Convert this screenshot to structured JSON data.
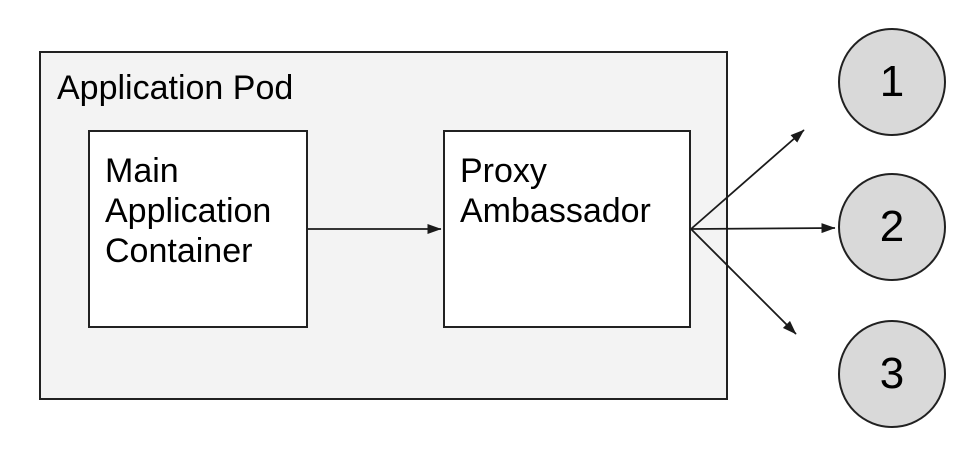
{
  "colors": {
    "canvas-bg": "#ffffff",
    "pod-fill": "#f3f3f3",
    "node-fill": "#ffffff",
    "endpoint-fill": "#d9d9d9",
    "stroke": "#212121",
    "arrow": "#1a1a1a",
    "text": "#000000"
  },
  "diagram": {
    "pod": {
      "label": "Application Pod"
    },
    "nodes": [
      {
        "id": "main-application-container",
        "label": "Main Application Container"
      },
      {
        "id": "proxy-ambassador",
        "label": "Proxy Ambassador"
      }
    ],
    "endpoints": [
      {
        "id": "endpoint-1",
        "label": "1"
      },
      {
        "id": "endpoint-2",
        "label": "2"
      },
      {
        "id": "endpoint-3",
        "label": "3"
      }
    ],
    "connections": [
      {
        "from": "main-application-container",
        "to": "proxy-ambassador"
      },
      {
        "from": "proxy-ambassador",
        "to": "endpoint-1"
      },
      {
        "from": "proxy-ambassador",
        "to": "endpoint-2"
      },
      {
        "from": "proxy-ambassador",
        "to": "endpoint-3"
      }
    ]
  }
}
